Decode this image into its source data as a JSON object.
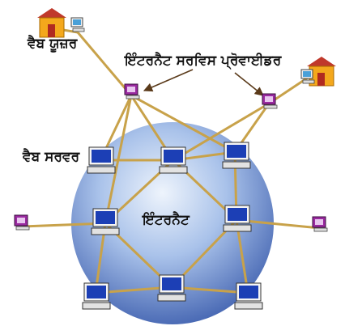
{
  "labels": {
    "web_user": "ਵੈਬ ਯੂਜ਼ਰ",
    "isp": "ਇੰਟਰਨੈਟ ਸਰਵਿਸ ਪ੍ਰੋਵਾਈਡਰ",
    "web_server": "ਵੈਬ ਸਰਵਰ",
    "internet": "ਇੰਟਰਨੈਟ"
  },
  "colors": {
    "link": "#c8a24a",
    "globe_light": "#dfe9f7",
    "globe_mid": "#8fb0e0",
    "globe_dark": "#3f62b0",
    "house_wall": "#f4a81c",
    "house_roof": "#c0392b",
    "isp_computer": "#9a2aa0",
    "screen_blue": "#1c3fb5"
  },
  "icons": [
    "house-icon",
    "computer-icon",
    "isp-computer-icon",
    "globe-icon",
    "arrow-icon"
  ]
}
